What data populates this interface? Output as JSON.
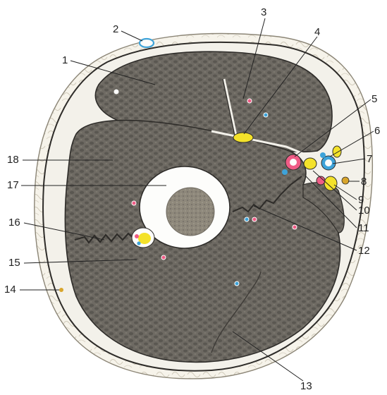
{
  "figure": {
    "labels": [
      "1",
      "2",
      "3",
      "4",
      "5",
      "6",
      "7",
      "8",
      "9",
      "10",
      "11",
      "12",
      "13",
      "14",
      "15",
      "16",
      "17",
      "18"
    ]
  },
  "colors": {
    "muscle": "#6e6a63",
    "muscle_dark": "#4e4b46",
    "fascia": "#f3f1ea",
    "skin": "#ece7da",
    "skin_fat": "#f6f3ea",
    "outline": "#2e2c29",
    "bone_cortex": "#fdfdfb",
    "marrow": "#8e887b",
    "nerve": "#f4e22a",
    "artery": "#ef5c86",
    "vein": "#3ea3d9"
  }
}
